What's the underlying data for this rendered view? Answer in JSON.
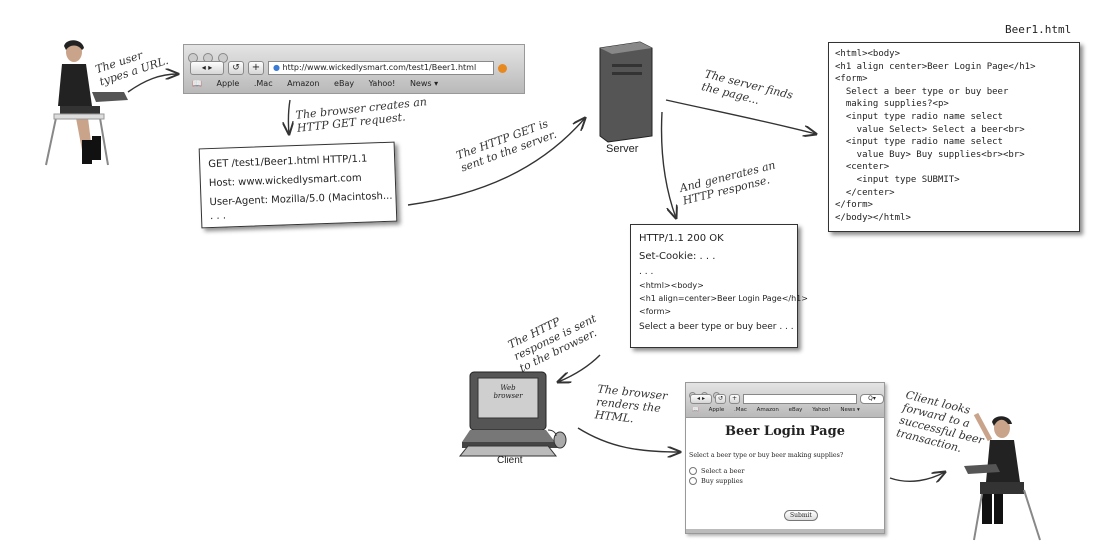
{
  "file_label": "Beer1.html",
  "annotations": {
    "user_types": [
      "The user",
      "types a URL."
    ],
    "browser_creates": [
      "The browser creates an",
      "HTTP GET request."
    ],
    "get_sent": [
      "The HTTP GET is",
      "sent to the server."
    ],
    "server_finds": [
      "The server finds",
      "the page..."
    ],
    "generates": [
      "And generates an",
      "HTTP response."
    ],
    "response_sent": [
      "The HTTP",
      "response is sent",
      "to the browser."
    ],
    "renders": [
      "The browser",
      "renders the",
      "HTML."
    ],
    "client_looks": [
      "Client looks",
      "forward to a",
      "successful beer",
      "transaction."
    ]
  },
  "browser_top": {
    "url": "http://www.wickedlysmart.com/test1/Beer1.html",
    "bookmarks": [
      "Apple",
      ".Mac",
      "Amazon",
      "eBay",
      "Yahoo!",
      "News ▾"
    ]
  },
  "request": {
    "lines": [
      "GET /test1/Beer1.html HTTP/1.1",
      "Host: www.wickedlysmart.com",
      "User-Agent: Mozilla/5.0 (Macintosh...",
      ". . ."
    ]
  },
  "server_label": "Server",
  "client_label": "Client",
  "monitor_label": [
    "Web",
    "browser"
  ],
  "html_source": [
    "<html><body>",
    "<h1 align center>Beer Login Page</h1>",
    "<form>",
    "  Select a beer type or buy beer",
    "  making supplies?<p>",
    "  <input type radio name select",
    "    value Select> Select a beer<br>",
    "  <input type radio name select",
    "    value Buy> Buy supplies<br><br>",
    "  <center>",
    "    <input type SUBMIT>",
    "  </center>",
    "</form>",
    "</body></html>"
  ],
  "response": {
    "lines": [
      "HTTP/1.1 200 OK",
      "Set-Cookie: . . .",
      ". . .",
      "<html><body>",
      "<h1 align=center>Beer Login Page</h1>",
      "<form>",
      "Select a beer type or buy beer . . ."
    ]
  },
  "rendered_page": {
    "url_value": "",
    "bookmarks": [
      "Apple",
      ".Mac",
      "Amazon",
      "eBay",
      "Yahoo!",
      "News ▾"
    ],
    "title": "Beer Login Page",
    "question": "Select a beer type or buy beer making supplies?",
    "options": [
      "Select a beer",
      "Buy supplies"
    ],
    "submit_label": "Submit"
  }
}
